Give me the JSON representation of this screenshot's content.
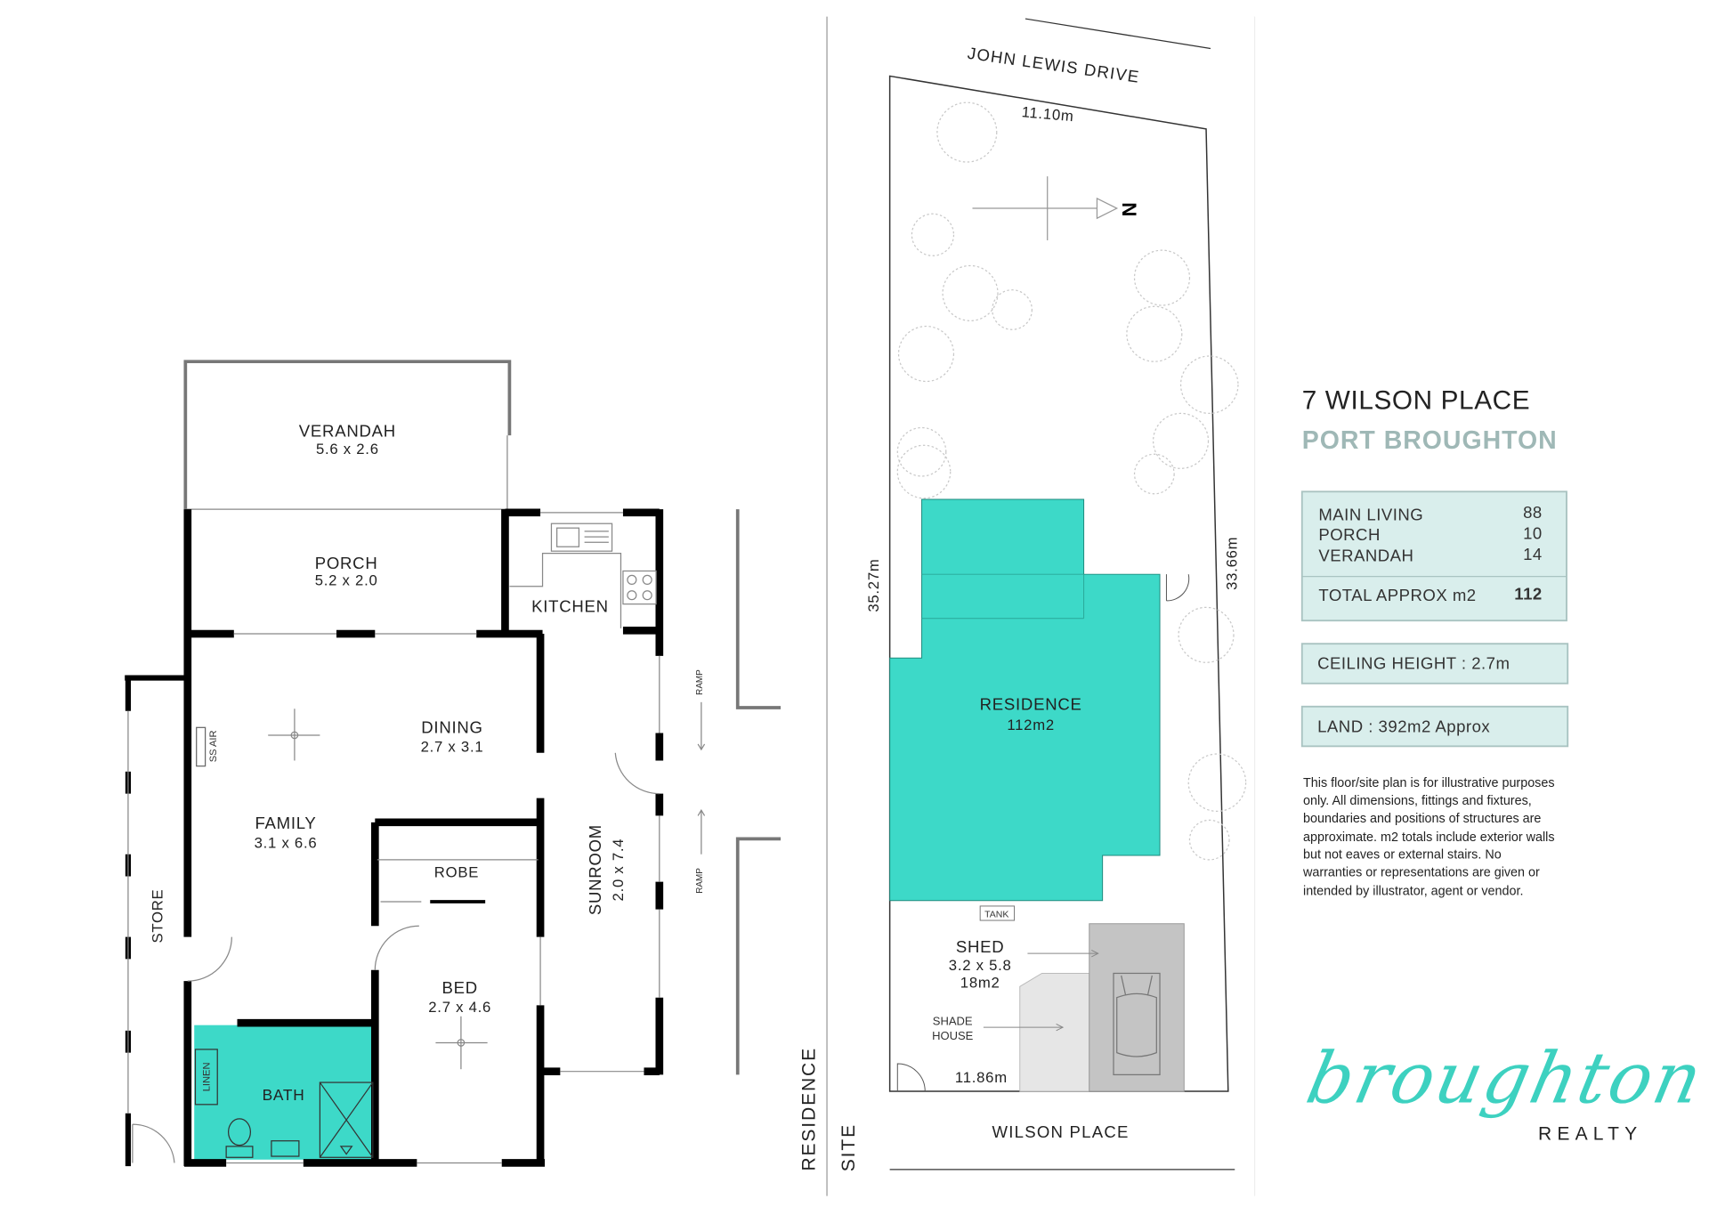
{
  "floor_plan": {
    "rooms": {
      "verandah": {
        "name": "VERANDAH",
        "size": "5.6 x 2.6"
      },
      "porch": {
        "name": "PORCH",
        "size": "5.2 x 2.0"
      },
      "kitchen": {
        "name": "KITCHEN"
      },
      "dining": {
        "name": "DINING",
        "size": "2.7 x 3.1"
      },
      "family": {
        "name": "FAMILY",
        "size": "3.1 x 6.6"
      },
      "robe": {
        "name": "ROBE"
      },
      "sunroom": {
        "name": "SUNROOM",
        "size": "2.0 x 7.4"
      },
      "bed": {
        "name": "BED",
        "size": "2.7 x 4.6"
      },
      "bath": {
        "name": "BATH"
      },
      "store": {
        "name": "STORE"
      },
      "linen": {
        "name": "LINEN"
      },
      "ss_air": {
        "name": "SS AIR"
      }
    },
    "ramp_labels": [
      "RAMP",
      "RAMP"
    ],
    "caption": "RESIDENCE"
  },
  "site_plan": {
    "caption": "SITE",
    "street_top": "JOHN LEWIS DRIVE",
    "street_bottom": "WILSON PLACE",
    "frontage_top": "11.10m",
    "frontage_bottom": "11.86m",
    "side_left": "35.27m",
    "side_right": "33.66m",
    "north": "N",
    "residence": {
      "name": "RESIDENCE",
      "area": "112m2"
    },
    "tank": "TANK",
    "shed": {
      "name": "SHED",
      "size": "3.2 x 5.8",
      "area": "18m2"
    },
    "shade_house": [
      "SHADE",
      "HOUSE"
    ]
  },
  "info": {
    "address": "7 WILSON PLACE",
    "suburb": "PORT BROUGHTON",
    "areas": [
      {
        "label": "MAIN LIVING",
        "value": "88"
      },
      {
        "label": "PORCH",
        "value": "10"
      },
      {
        "label": "VERANDAH",
        "value": "14"
      }
    ],
    "total": {
      "label": "TOTAL APPROX m2",
      "value": "112"
    },
    "ceiling": "CEILING HEIGHT : 2.7m",
    "land": "LAND : 392m2 Approx",
    "disclaimer": [
      "This floor/site plan is for illustrative purposes",
      "only. All dimensions, fittings and fixtures,",
      "boundaries and positions of structures are",
      "approximate. m2 totals include exterior walls",
      "but not eaves or external stairs. No",
      "warranties or representations are given or",
      "intended by illustrator, agent or vendor."
    ]
  },
  "logo": {
    "script": "broughton",
    "word": "REALTY"
  },
  "colors": {
    "teal": "#3dd9c8",
    "panel": "#d9eeec",
    "suburb": "#9fb8b6",
    "shed": "#c4c4c4"
  }
}
